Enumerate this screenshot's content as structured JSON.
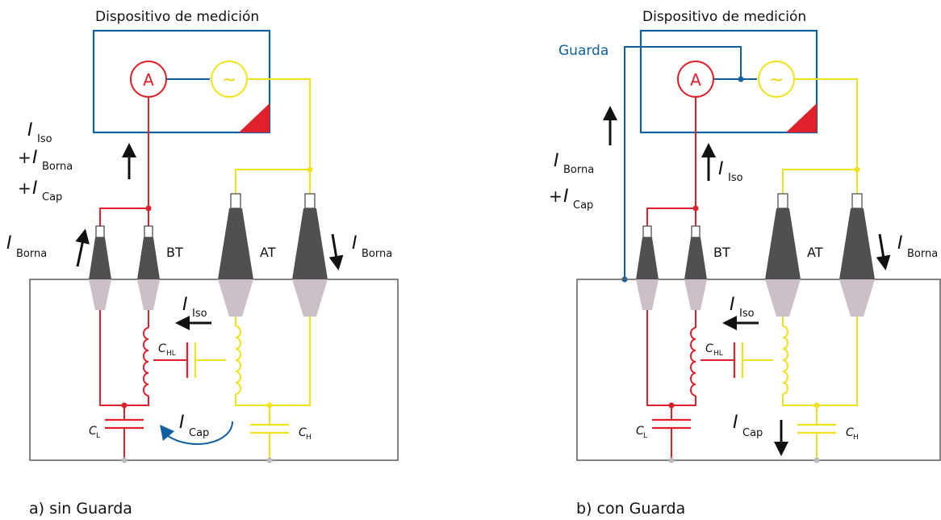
{
  "colors": {
    "red": "#e0202a",
    "yellow": "#f2e21b",
    "blue": "#1060a0",
    "grey": "#555555",
    "bushing": "#505050",
    "bushing_light": "#cbbfc8",
    "box": "#666666"
  },
  "panels": [
    {
      "device_label": "Dispositivo de medición",
      "ammeter_symbol": "A",
      "source_symbol": "~",
      "lv_label": "BT",
      "hv_label": "AT",
      "caption": "a) sin Guarda",
      "current_sym": "I",
      "sub_iso": "Iso",
      "sub_borna": "Borna",
      "sub_cap": "Cap",
      "plus": "+",
      "c_sym": "C",
      "sub_hl": "HL",
      "sub_l": "L",
      "sub_h": "H"
    },
    {
      "device_label": "Dispositivo de medición",
      "guard_label": "Guarda",
      "ammeter_symbol": "A",
      "source_symbol": "~",
      "lv_label": "BT",
      "hv_label": "AT",
      "caption": "b) con Guarda",
      "current_sym": "I",
      "sub_iso": "Iso",
      "sub_borna": "Borna",
      "sub_cap": "Cap",
      "plus": "+",
      "c_sym": "C",
      "sub_hl": "HL",
      "sub_l": "L",
      "sub_h": "H"
    }
  ]
}
